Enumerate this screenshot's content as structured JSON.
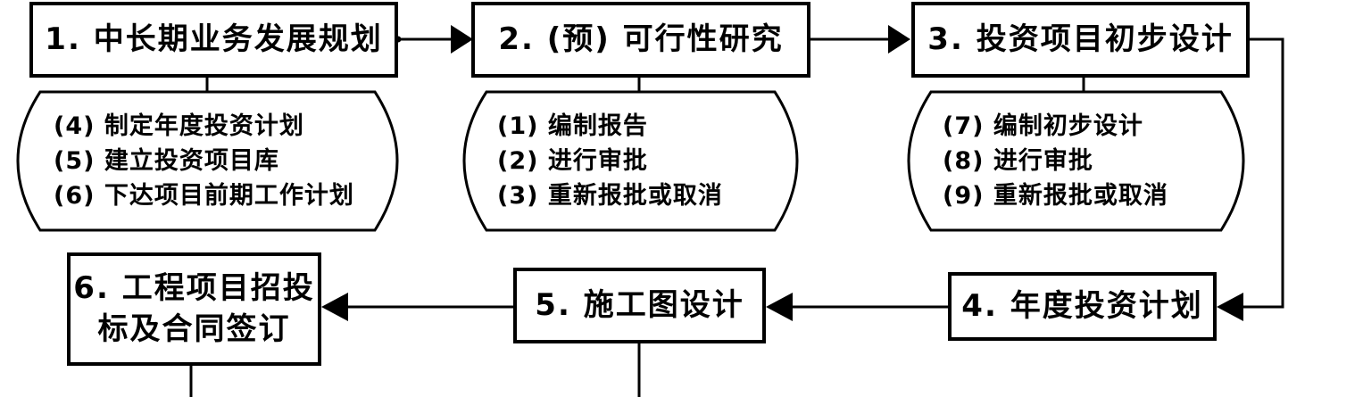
{
  "steps": {
    "s1": "1. 中长期业务发展规划",
    "s2": "2. (预) 可行性研究",
    "s3": "3. 投资项目初步设计",
    "s4": "4. 年度投资计划",
    "s5": "5. 施工图设计",
    "s6_line1": "6. 工程项目招投",
    "s6_line2": "标及合同签订"
  },
  "notes": {
    "n1": [
      "(4) 制定年度投资计划",
      "(5) 建立投资项目库",
      "(6) 下达项目前期工作计划"
    ],
    "n2": [
      "(1) 编制报告",
      "(2) 进行审批",
      "(3) 重新报批或取消"
    ],
    "n3": [
      "(7) 编制初步设计",
      "(8) 进行审批",
      "(9) 重新报批或取消"
    ]
  }
}
